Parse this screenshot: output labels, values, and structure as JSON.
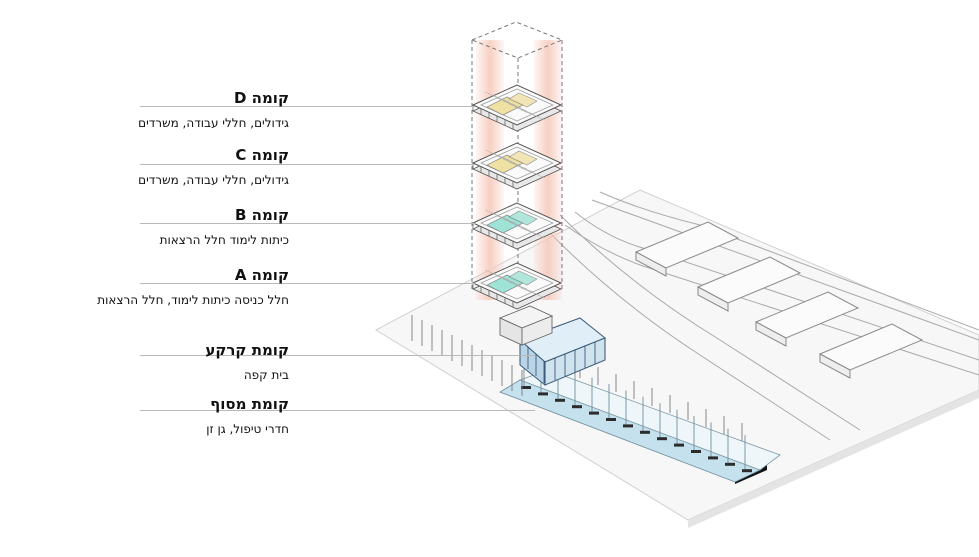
{
  "labels": [
    {
      "title": "קומה D",
      "subtitle": "גידולים, חללי עבודה, משרדים"
    },
    {
      "title": "קומה C",
      "subtitle": "גידולים, חללי עבודה, משרדים"
    },
    {
      "title": "קומה B",
      "subtitle": "כיתות לימוד חלל הרצאות"
    },
    {
      "title": "קומה A",
      "subtitle": "חלל כניסה כיתות לימוד, חלל הרצאות"
    },
    {
      "title": "קומת קרקע",
      "subtitle": "בית קפה"
    },
    {
      "title": "קומת מסוף",
      "subtitle": "חדרי טיפול, גן זן"
    }
  ],
  "colors": {
    "background": "#ffffff",
    "text": "#111111",
    "leader_line": "#b9b9b9",
    "tower_glow": "#f6c7b8",
    "floor_yellow": "#efe0a4",
    "floor_cyan": "#9fe2d6",
    "glass_blue": "#b9d9ea",
    "building_line": "#555555"
  }
}
